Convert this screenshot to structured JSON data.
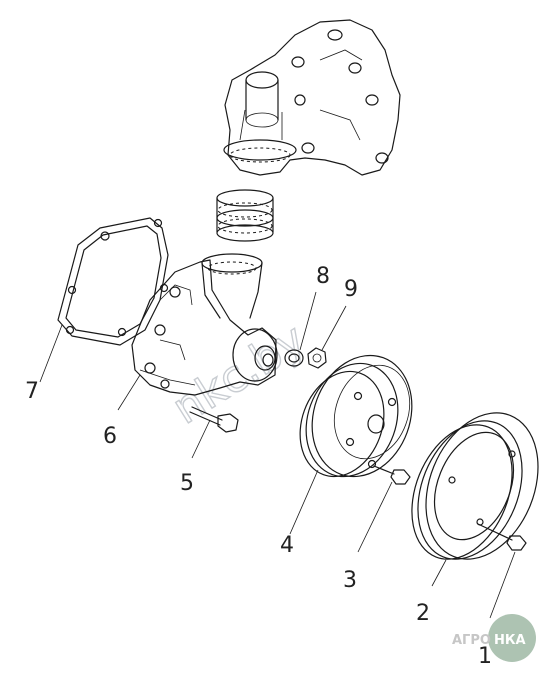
{
  "diagram": {
    "callouts": [
      "1",
      "2",
      "3",
      "4",
      "5",
      "6",
      "7",
      "8",
      "9"
    ]
  },
  "watermark": {
    "text": "nkc.by"
  },
  "logo": {
    "left": "АГРО",
    "right": "НКА"
  },
  "colors": {
    "line": "#1a1a1a",
    "watermark": "#c9cdd2",
    "logo_left": "#c6c6c6",
    "logo_circle": "#9fb9a4"
  }
}
